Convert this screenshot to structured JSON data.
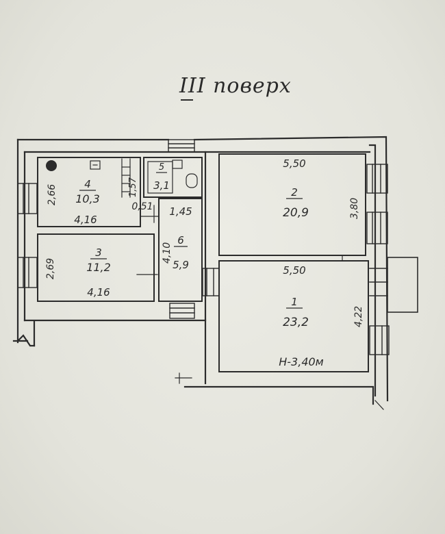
{
  "title": "III поверх",
  "rooms": [
    {
      "no": "1",
      "area": "23,2",
      "width": "5,50",
      "depth": "4,22",
      "height": "Н-3,40м"
    },
    {
      "no": "2",
      "area": "20,9",
      "width": "5,50",
      "depth": "3,80"
    },
    {
      "no": "3",
      "area": "11,2",
      "width": "4,16",
      "depth": "2,69"
    },
    {
      "no": "4",
      "area": "10,3",
      "width": "4,16",
      "depth": "2,66"
    },
    {
      "no": "5",
      "area": "3,1",
      "dim": "1,57"
    },
    {
      "no": "6",
      "area": "5,9",
      "depth": "4,10",
      "width": "1,45"
    }
  ],
  "extra_dims": {
    "d051": "0,51"
  },
  "colors": {
    "paper": "#e4e4dc",
    "ink": "#2b2b2b"
  }
}
